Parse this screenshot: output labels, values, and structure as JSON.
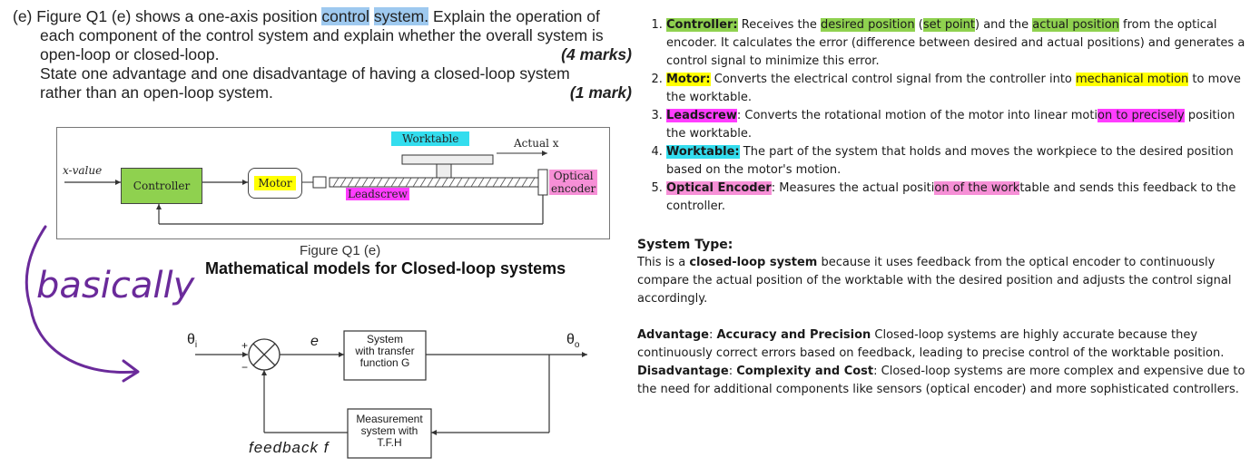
{
  "question": {
    "line1_a": "(e) Figure Q1 (e) shows a one-axis position ",
    "line1_hl1": "control",
    "line1_sp": " ",
    "line1_hl2": "system.",
    "line1_b": "  Explain the operation of",
    "line2": "each component of the control system and explain whether the overall system is",
    "line3": "open-loop or closed-loop.",
    "marks1": "(4 marks)",
    "line4": "State one advantage and one disadvantage of having a closed-loop system",
    "line5": "rather than an open-loop system.",
    "marks2": "(1 mark)"
  },
  "figure": {
    "xvalue": "x-value",
    "controller": "Controller",
    "motor": "Motor",
    "leadscrew": "Leadscrew",
    "worktable": "Worktable",
    "actual": "Actual x",
    "optical1": "Optical",
    "optical2": "encoder",
    "caption": "Figure Q1 (e)"
  },
  "handwriting": "basically",
  "math": {
    "title": "Mathematical models for Closed-loop systems",
    "theta_i": "θ",
    "theta_i_sub": "i",
    "plus": "+",
    "minus": "−",
    "e": "e",
    "sys1": "System",
    "sys2": "with transfer",
    "sys3": "function G",
    "theta_o": "θ",
    "theta_o_sub": "o",
    "meas1": "Measurement",
    "meas2": "system with",
    "meas3": "T.F.H",
    "feedback": "feedback f"
  },
  "answer": {
    "items": [
      {
        "label": "Controller:",
        "t1": " Receives the ",
        "h1": "desired position",
        "t2": " (",
        "h2": "set point",
        "t3": ") and the ",
        "h3": "actual position",
        "t4": " from the optical encoder. It calculates the error (difference between desired and actual positions) and generates a control signal to minimize this error."
      },
      {
        "label": "Motor:",
        "t1": " Converts the electrical control signal from the controller into ",
        "h1": "mechanical motion",
        "t2": " to move the worktable."
      },
      {
        "label": "Leadscrew",
        "t1": ":  Converts the rotational motion of the motor into linear moti",
        "h1": "on to precisely",
        "t2": " position the worktable."
      },
      {
        "label": "Worktable:",
        "t1": " The part of the system that holds and moves the workpiece to the desired position based on the motor's motion."
      },
      {
        "label": "Optical Encoder",
        "t1": ": Measures the actual positi",
        "h1": "on of the work",
        "t2": "table and sends this feedback to the controller."
      }
    ],
    "system_type_header": "System Type:",
    "st_a": "This is a ",
    "st_b": "closed-loop system",
    "st_c": " because it uses feedback from the optical encoder to continuously compare the actual position of the worktable with the desired position and adjusts the control signal accordingly.",
    "adv_label": "Advantage",
    "adv_colon": ": ",
    "adv_title": "Accuracy and Precision",
    "adv_text": " Closed-loop systems are highly accurate because they continuously correct errors based on feedback, leading to precise control of the worktable position.",
    "dis_label": "Disadvantage",
    "dis_colon": ": ",
    "dis_title": "Complexity and Cost",
    "dis_text": ": Closed-loop systems are more complex and expensive due to the need for additional components like sensors (optical encoder) and more sophisticated controllers."
  },
  "colors": {
    "blue_highlight": "#9ec9ef",
    "green_highlight": "#8fd14f",
    "yellow_highlight": "#ffff00",
    "magenta_highlight": "#ff3dff",
    "cyan_highlight": "#33ddee",
    "pink_highlight": "#f68fd6",
    "ink_purple": "#6a2a9a"
  }
}
